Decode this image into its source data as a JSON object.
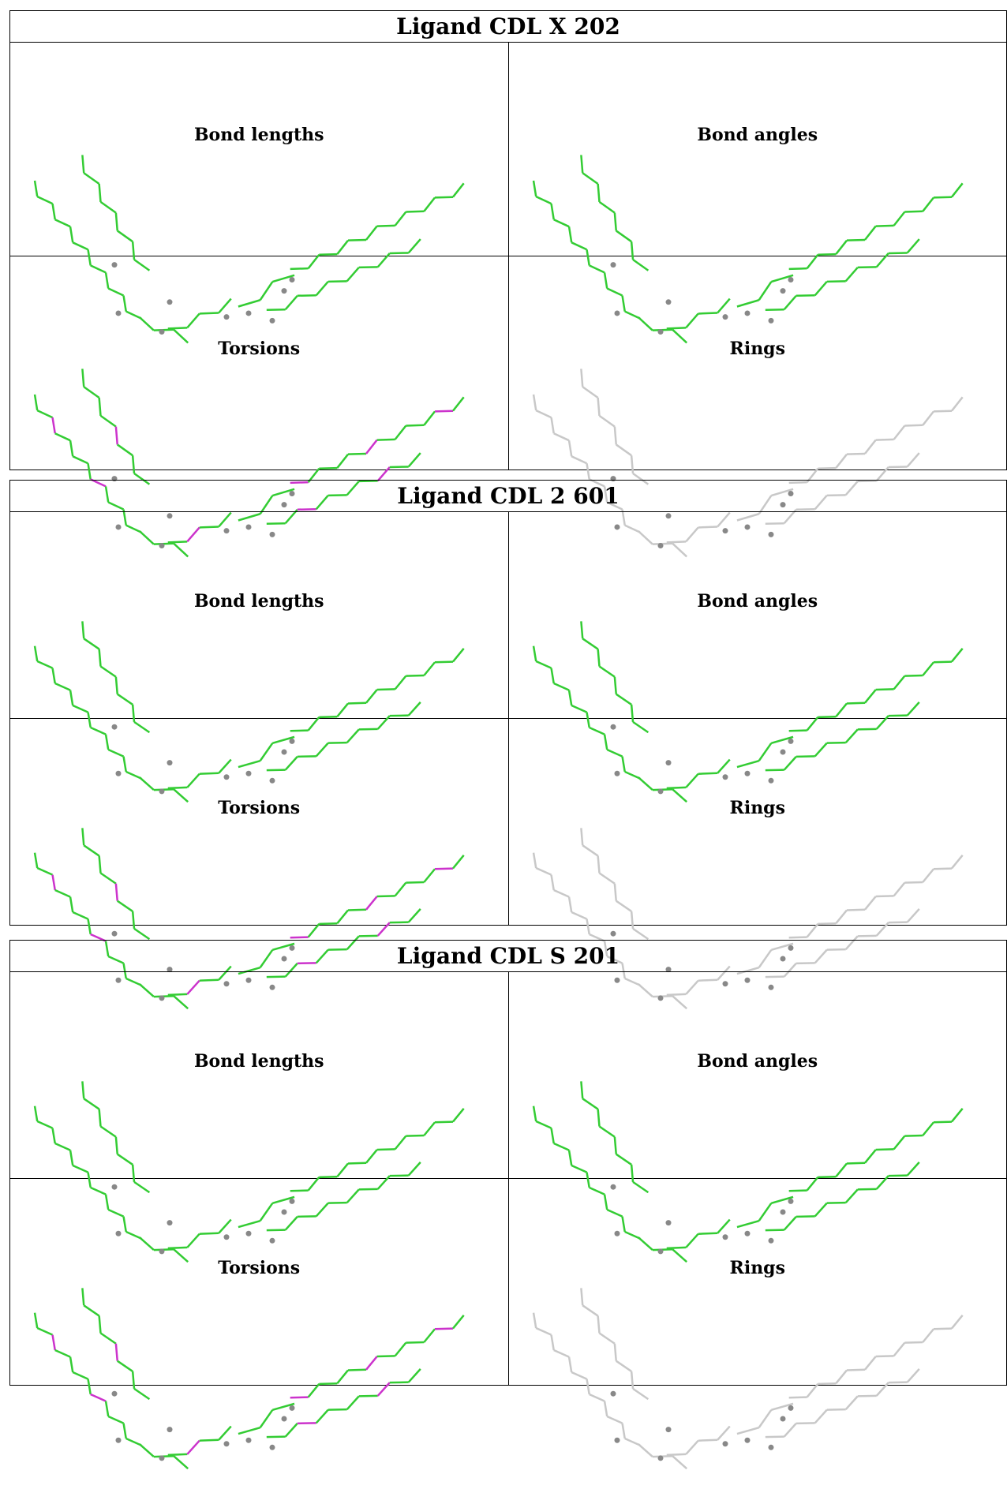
{
  "colors": {
    "ok": "#33cc33",
    "flagged": "#cc33cc",
    "none": "#c8c8c8",
    "atom": "#888888"
  },
  "ligands": [
    {
      "title": "Ligand CDL X 202",
      "panels": [
        {
          "caption": "Bond lengths",
          "mode": "ok"
        },
        {
          "caption": "Bond angles",
          "mode": "ok"
        },
        {
          "caption": "Torsions",
          "mode": "torsion"
        },
        {
          "caption": "Rings",
          "mode": "none"
        }
      ]
    },
    {
      "title": "Ligand CDL 2 601",
      "panels": [
        {
          "caption": "Bond lengths",
          "mode": "ok"
        },
        {
          "caption": "Bond angles",
          "mode": "ok"
        },
        {
          "caption": "Torsions",
          "mode": "torsion"
        },
        {
          "caption": "Rings",
          "mode": "none"
        }
      ]
    },
    {
      "title": "Ligand CDL S 201",
      "panels": [
        {
          "caption": "Bond lengths",
          "mode": "ok"
        },
        {
          "caption": "Bond angles",
          "mode": "ok"
        },
        {
          "caption": "Torsions",
          "mode": "torsion"
        },
        {
          "caption": "Rings",
          "mode": "none"
        }
      ]
    }
  ]
}
